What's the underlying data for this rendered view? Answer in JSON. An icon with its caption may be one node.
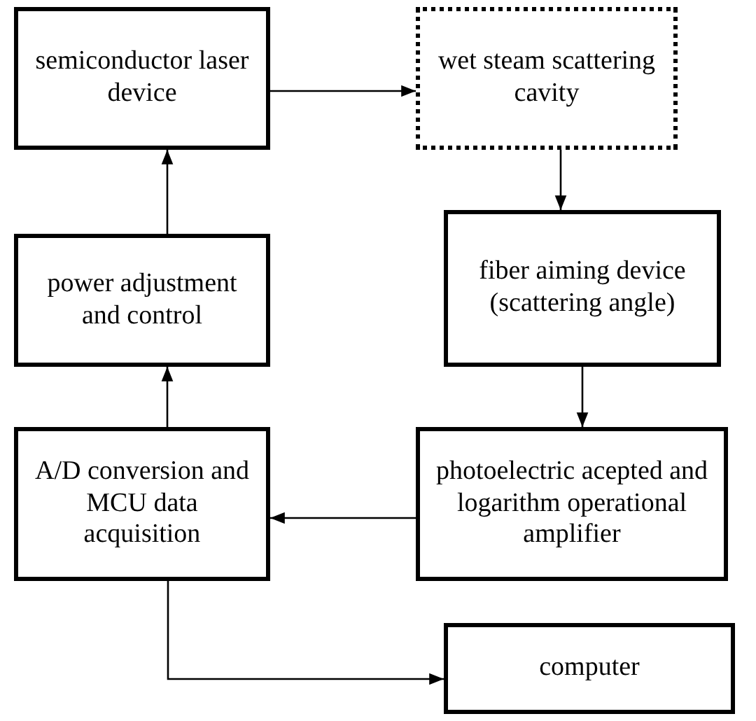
{
  "diagram": {
    "nodes": [
      {
        "text": [
          "semiconductor laser device"
        ]
      },
      {
        "text": [
          "wet steam scattering cavity"
        ]
      },
      {
        "text": [
          "fiber aiming device (scattering angle)"
        ]
      },
      {
        "text": [
          "power adjustment and control"
        ]
      },
      {
        "text": [
          "A/D conversion and MCU data acquisition"
        ]
      },
      {
        "text": [
          "photoelectric acepted and logarithm operational amplifier"
        ]
      },
      {
        "text": [
          "computer"
        ]
      }
    ],
    "edges": [
      {
        "from": 0,
        "to": 1,
        "arrow": "to"
      },
      {
        "from": 1,
        "to": 2,
        "arrow": "to"
      },
      {
        "from": 2,
        "to": 5,
        "arrow": "to"
      },
      {
        "from": 5,
        "to": 4,
        "arrow": "to"
      },
      {
        "from": 4,
        "to": 3,
        "arrow": "to"
      },
      {
        "from": 3,
        "to": 0,
        "arrow": "to"
      },
      {
        "from": 4,
        "to": 6,
        "arrow": "to"
      }
    ]
  }
}
